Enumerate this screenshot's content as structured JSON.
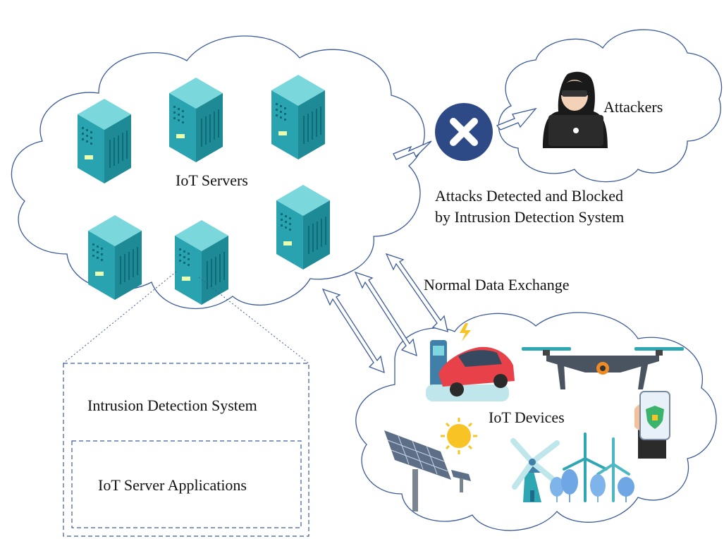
{
  "labels": {
    "servers_cloud": "IoT Servers",
    "attackers_cloud": "Attackers",
    "attack_blocked_line1": "Attacks Detected and Blocked",
    "attack_blocked_line2": "by Intrusion Detection System",
    "normal_exchange": "Normal Data Exchange",
    "devices_cloud": "IoT Devices",
    "ids_box": "Intrusion Detection System",
    "apps_box": "IoT Server Applications"
  },
  "colors": {
    "cloud_outline": "#3b5a9a",
    "server_teal": "#2fa7b3",
    "server_light": "#6dd0d6",
    "block_icon": "#2e4a86",
    "car_red": "#e8414a",
    "sun": "#f7c325",
    "solar_panel": "#5d6f86"
  },
  "icons": [
    "server-icon",
    "blocked-x-icon",
    "hacker-icon",
    "ev-charger-car-icon",
    "drone-icon",
    "smartphone-shield-icon",
    "solar-panel-icon",
    "sun-icon",
    "windmill-icon",
    "wind-turbine-icon",
    "tree-icon"
  ]
}
